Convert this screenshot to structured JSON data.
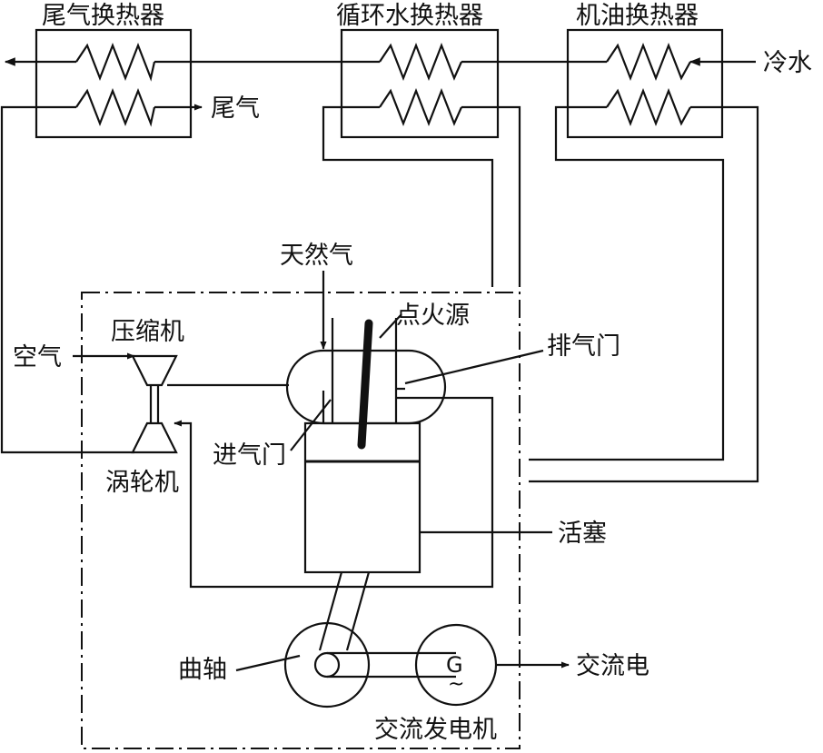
{
  "labels": {
    "exhaust_hx": "尾气换热器",
    "water_hx": "循环水换热器",
    "oil_hx": "机油换热器",
    "cold_water": "冷水",
    "exhaust_out": "尾气",
    "natural_gas": "天然气",
    "ignition": "点火源",
    "exhaust_valve": "排气门",
    "air": "空气",
    "compressor": "压缩机",
    "turbine": "涡轮机",
    "intake_valve": "进气门",
    "piston": "活塞",
    "crankshaft": "曲轴",
    "ac_power": "交流电",
    "alternator": "交流发电机",
    "generator_symbol": "G",
    "generator_tilde": "~"
  },
  "colors": {
    "ink": "#111111",
    "background": "#ffffff"
  }
}
